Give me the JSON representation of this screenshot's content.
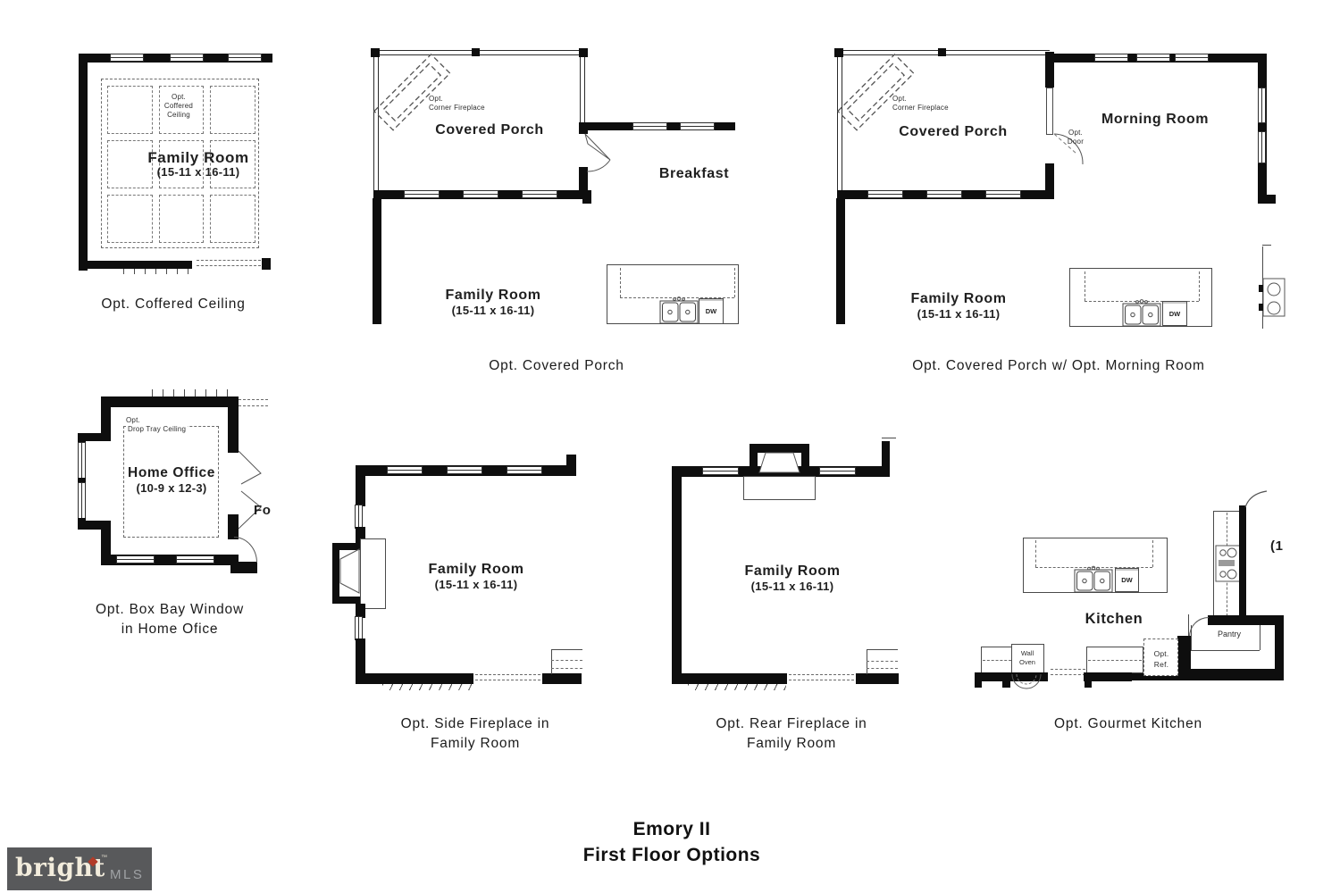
{
  "title": {
    "line1": "Emory II",
    "line2": "First Floor Options"
  },
  "logo": {
    "brand": "bright",
    "tm": "™",
    "mls": "MLS"
  },
  "plan_coffered": {
    "caption": "Opt. Coffered Ceiling",
    "opt_line1": "Opt.",
    "opt_line2": "Coffered",
    "opt_line3": "Ceiling",
    "room": "Family Room",
    "dims": "(15-11 x 16-11)"
  },
  "plan_porch": {
    "caption": "Opt. Covered Porch",
    "fireplace_line1": "Opt.",
    "fireplace_line2": "Corner Fireplace",
    "porch": "Covered Porch",
    "breakfast": "Breakfast",
    "room": "Family Room",
    "dims": "(15-11 x 16-11)",
    "dw": "DW"
  },
  "plan_morning": {
    "caption": "Opt. Covered Porch w/ Opt. Morning Room",
    "fireplace_line1": "Opt.",
    "fireplace_line2": "Corner Fireplace",
    "porch": "Covered Porch",
    "door_line1": "Opt.",
    "door_line2": "Door",
    "morning": "Morning Room",
    "room": "Family Room",
    "dims": "(15-11 x 16-11)",
    "dw": "DW"
  },
  "plan_office": {
    "caption_line1": "Opt. Box Bay Window",
    "caption_line2": "in Home Ofice",
    "tray_line1": "Opt.",
    "tray_line2": "Drop Tray Ceiling",
    "room": "Home Office",
    "dims": "(10-9 x 12-3)",
    "foyer_partial": "Fo"
  },
  "plan_side_fireplace": {
    "caption_line1": "Opt. Side Fireplace in",
    "caption_line2": "Family Room",
    "room": "Family Room",
    "dims": "(15-11 x 16-11)"
  },
  "plan_rear_fireplace": {
    "caption_line1": "Opt. Rear Fireplace in",
    "caption_line2": "Family Room",
    "room": "Family Room",
    "dims": "(15-11 x 16-11)"
  },
  "plan_kitchen": {
    "caption": "Opt. Gourmet Kitchen",
    "kitchen": "Kitchen",
    "wall_oven_line1": "Wall",
    "wall_oven_line2": "Oven",
    "ref_line1": "Opt.",
    "ref_line2": "Ref.",
    "pantry": "Pantry",
    "dw": "DW",
    "partial_dim": "(1"
  },
  "colors": {
    "wall": "#0e0e0e",
    "thin_line": "#4a4a4a",
    "dash": "#6a6a6a",
    "logo_bg": "#58595b",
    "logo_cream": "#f2ecdc",
    "logo_red": "#b23b28",
    "logo_gray": "#9fa2a5"
  }
}
